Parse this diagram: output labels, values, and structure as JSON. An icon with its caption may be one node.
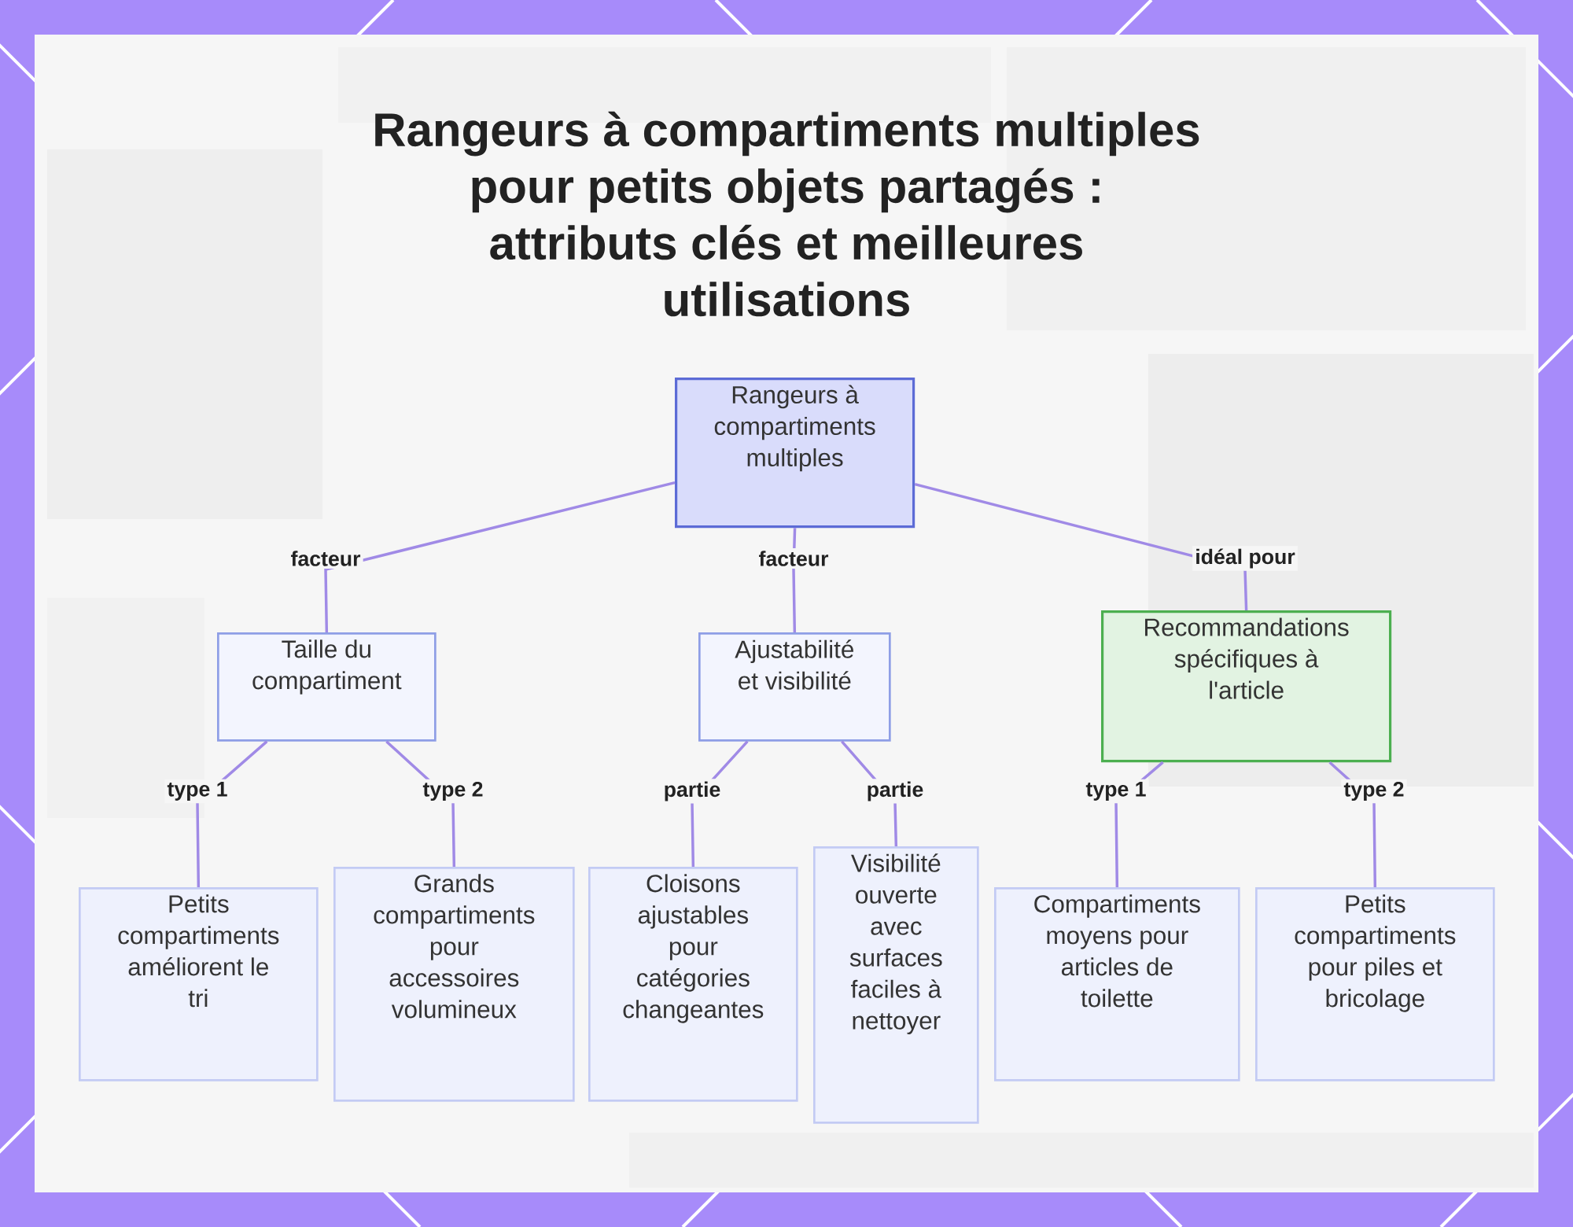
{
  "diagram": {
    "title": "Rangeurs à compartiments multiples pour petits objets partagés : attributs clés et meilleures utilisations",
    "nodes": [
      {
        "text": [
          "Rangeurs à compartiments multiples"
        ]
      },
      {
        "text": [
          "Taille du compartiment"
        ]
      },
      {
        "text": [
          "Ajustabilité et visibilité"
        ]
      },
      {
        "text": [
          "Recommandations spécifiques à l'article"
        ]
      },
      {
        "text": [
          "Petits compartiments améliorent le tri"
        ]
      },
      {
        "text": [
          "Grands compartiments pour accessoires volumineux"
        ]
      },
      {
        "text": [
          "Cloisons ajustables pour catégories changeantes"
        ]
      },
      {
        "text": [
          "Visibilité ouverte avec surfaces faciles à nettoyer"
        ]
      },
      {
        "text": [
          "Compartiments moyens pour articles de toilette"
        ]
      },
      {
        "text": [
          "Petits compartiments pour piles et bricolage"
        ]
      }
    ],
    "edges": [
      {
        "from": 0,
        "to": 1,
        "arrow": "none",
        "label": "facteur"
      },
      {
        "from": 0,
        "to": 2,
        "arrow": "none",
        "label": "facteur"
      },
      {
        "from": 0,
        "to": 3,
        "arrow": "none",
        "label": "idéal pour"
      },
      {
        "from": 1,
        "to": 4,
        "arrow": "none",
        "label": "type 1"
      },
      {
        "from": 1,
        "to": 5,
        "arrow": "none",
        "label": "type 2"
      },
      {
        "from": 2,
        "to": 6,
        "arrow": "none",
        "label": "partie"
      },
      {
        "from": 2,
        "to": 7,
        "arrow": "none",
        "label": "partie"
      },
      {
        "from": 3,
        "to": 8,
        "arrow": "none",
        "label": "type 1"
      },
      {
        "from": 3,
        "to": 9,
        "arrow": "none",
        "label": "type 2"
      }
    ]
  }
}
